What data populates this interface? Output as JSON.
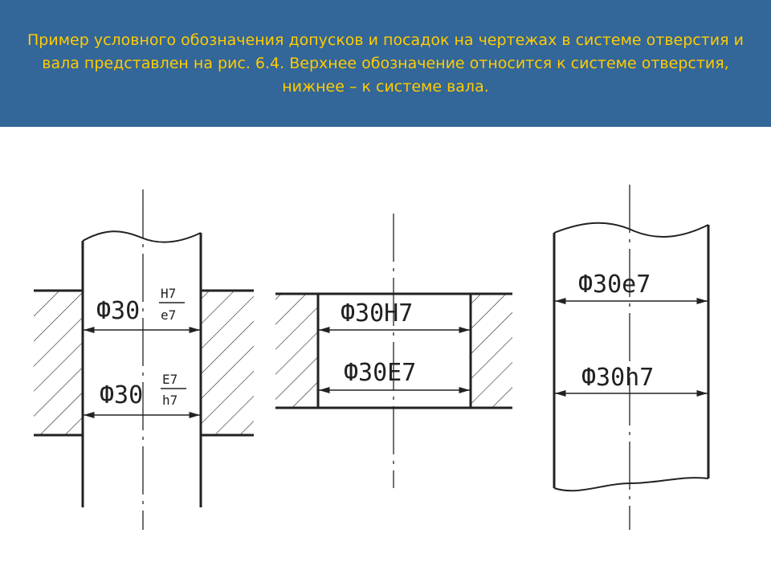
{
  "header": {
    "text": "Пример условного обозначения допусков и посадок на чертежах в системе отверстия и вала представлен на рис. 6.4. Верхнее обозначение относится к системе отверстия, нижнее – к системе вала."
  },
  "colors": {
    "header_bg": "#336699",
    "header_text": "#ffcc00",
    "line": "#222222"
  },
  "figure": {
    "assembly": {
      "top": {
        "prefix": "Ф30",
        "numerator": "H7",
        "denominator": "e7"
      },
      "bottom": {
        "prefix": "Ф30",
        "numerator": "E7",
        "denominator": "h7"
      }
    },
    "hole": {
      "top": "Ф30H7",
      "bottom": "Ф30E7"
    },
    "shaft": {
      "top": "Ф30e7",
      "bottom": "Ф30h7"
    }
  }
}
